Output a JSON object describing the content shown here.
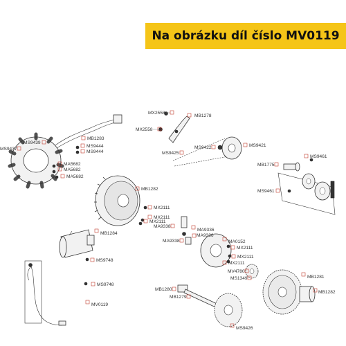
{
  "banner": {
    "text": "Na obrázku díl číslo MV0119"
  },
  "callouts": {
    "mx2558_a": "MX2558",
    "mb1278": "MB1278",
    "mx2558_b": "MX2558",
    "ms9422": "MS9422",
    "ms9425": "MS9425",
    "ms9421": "MS9421",
    "ms9439": "MS9439",
    "ms9437": "MS9437",
    "mb1283": "MB1283",
    "ms9444_a": "MS9444",
    "ms9444_b": "MS9444",
    "ma5682_a": "MA5682",
    "ma5682_b": "MA5682",
    "ma5682_c": "MA5682",
    "mb1775": "MB1775",
    "ms9461_a": "MS9461",
    "ms9461_b": "MS9461",
    "mb1282_a": "MB1282",
    "mx2111_a": "MX2111",
    "mx2111_b": "MX2111",
    "mx2111_c": "MX2111",
    "ma9336_a": "MA9336",
    "ma9336_b": "MA9336",
    "ma9338_a": "MA9338",
    "ma9338_b": "MA9338",
    "mb1284": "MB1284",
    "ma0152": "MA0152",
    "mx2111_d": "MX2111",
    "mx2111_e": "MX2111",
    "mx2111_f": "MX2111",
    "mv4780": "MV4780",
    "ms1349": "MS1349",
    "ms9748_a": "MS9748",
    "ms9748_b": "MS9748",
    "mb1281": "MB1281",
    "mb1282_b": "MB1282",
    "mb1280": "MB1280",
    "mb1279": "MB1279",
    "mv0119": "MV0119",
    "ms9426": "MS9426"
  }
}
